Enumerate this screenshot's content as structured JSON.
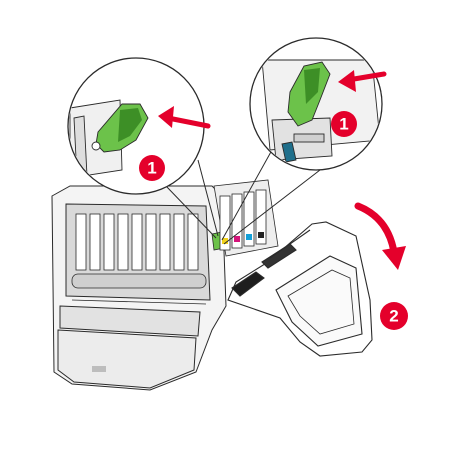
{
  "colors": {
    "accent_red": "#e4002b",
    "latch_green": "#6cc24a",
    "latch_green_dark": "#3d8f26",
    "line": "#2b2b2b",
    "printer_body": "#f4f4f4",
    "printer_shade": "#d9d9d9",
    "toner_yellow": "#f2d21a",
    "toner_magenta": "#d4147a",
    "toner_cyan": "#14a0d8",
    "toner_black": "#222222"
  },
  "steps": {
    "step1_left": "1",
    "step1_right": "1",
    "step2": "2"
  },
  "icons": {
    "callout_left": "magnified-latch-callout",
    "callout_right": "magnified-latch-callout",
    "push_arrow": "arrow-right-icon",
    "rotate_arrow": "curved-arrow-icon"
  }
}
